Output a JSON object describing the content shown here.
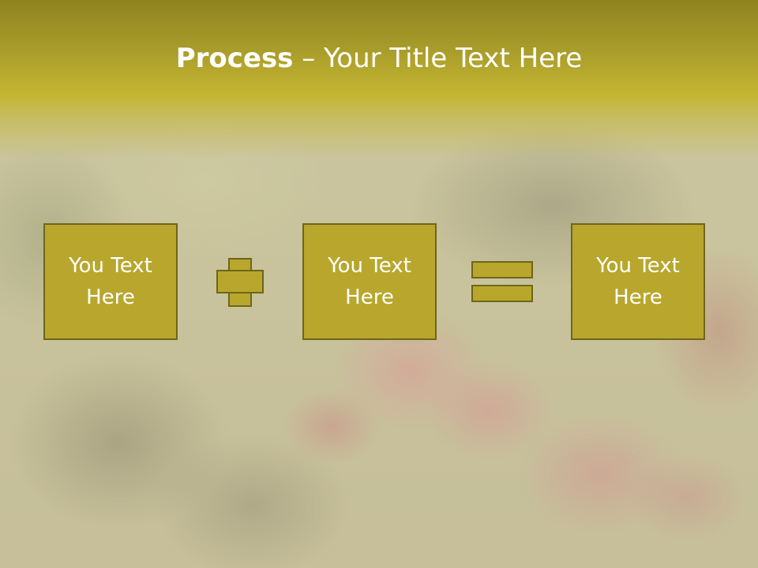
{
  "slide": {
    "title_bold": "Process",
    "title_rest": " – Your Title Text Here",
    "boxes": [
      {
        "text": "You Text\nHere"
      },
      {
        "text": "You Text\nHere"
      },
      {
        "text": "You Text\nHere"
      }
    ],
    "operators": [
      "plus-icon",
      "equals-icon"
    ]
  },
  "colors": {
    "accent": "#b8a72c",
    "accent_border": "#6f651a",
    "title_band": "#a79b2a",
    "text": "#ffffff"
  }
}
